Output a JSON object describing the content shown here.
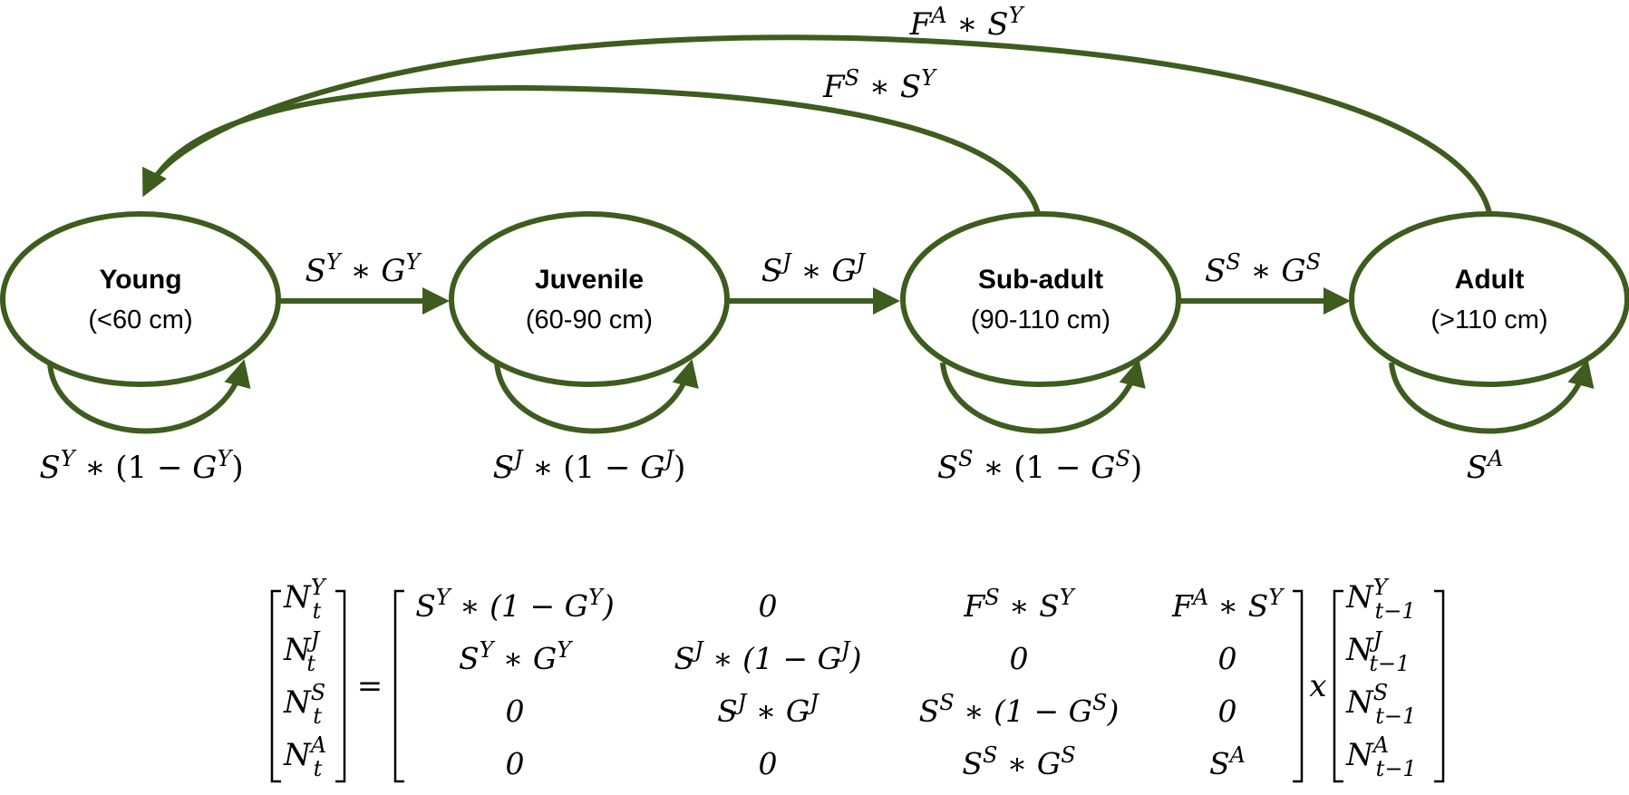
{
  "stages": [
    {
      "name": "Young",
      "range": "(<60 cm)"
    },
    {
      "name": "Juvenile",
      "range": "(60-90 cm)"
    },
    {
      "name": "Sub-adult",
      "range": "(90-110 cm)"
    },
    {
      "name": "Adult",
      "range": "(>110 cm)"
    }
  ],
  "transitions": {
    "young_to_juvenile": {
      "b1": "S",
      "s1": "Y",
      "op": " ∗ ",
      "b2": "G",
      "s2": "Y"
    },
    "juvenile_to_subadult": {
      "b1": "S",
      "s1": "J",
      "op": " ∗ ",
      "b2": "G",
      "s2": "J"
    },
    "subadult_to_adult": {
      "b1": "S",
      "s1": "S",
      "op": " ∗ ",
      "b2": "G",
      "s2": "S"
    },
    "fecundity_adult": {
      "b1": "F",
      "s1": "A",
      "op": " ∗ ",
      "b2": "S",
      "s2": "Y"
    },
    "fecundity_subadult": {
      "b1": "F",
      "s1": "S",
      "op": " ∗ ",
      "b2": "S",
      "s2": "Y"
    }
  },
  "self_loops": {
    "young": {
      "b1": "S",
      "s1": "Y",
      "mid": " ∗ (1 − ",
      "b2": "G",
      "s2": "Y",
      "end": ")"
    },
    "juvenile": {
      "b1": "S",
      "s1": "J",
      "mid": " ∗ (1 − ",
      "b2": "G",
      "s2": "J",
      "end": ")"
    },
    "subadult": {
      "b1": "S",
      "s1": "S",
      "mid": " ∗ (1 − ",
      "b2": "G",
      "s2": "S",
      "end": ")"
    },
    "adult": {
      "b1": "S",
      "s1": "A"
    }
  },
  "matrix_equation": {
    "lhs": [
      {
        "base": "N",
        "sup": "Y",
        "sub": "t"
      },
      {
        "base": "N",
        "sup": "J",
        "sub": "t"
      },
      {
        "base": "N",
        "sup": "S",
        "sub": "t"
      },
      {
        "base": "N",
        "sup": "A",
        "sub": "t"
      }
    ],
    "equals": "=",
    "times": "x",
    "rhs": [
      {
        "base": "N",
        "sup": "Y",
        "sub": "t−1"
      },
      {
        "base": "N",
        "sup": "J",
        "sub": "t−1"
      },
      {
        "base": "N",
        "sup": "S",
        "sub": "t−1"
      },
      {
        "base": "N",
        "sup": "A",
        "sub": "t−1"
      }
    ],
    "rows": [
      [
        "S^Y ∗ (1 − G^Y)",
        "0",
        "F^S ∗ S^Y",
        "F^A ∗ S^Y"
      ],
      [
        "S^Y ∗ G^Y",
        "S^J ∗ (1 − G^J)",
        "0",
        "0"
      ],
      [
        "0",
        "S^J ∗ G^J",
        "S^S ∗ (1 − G^S)",
        "0"
      ],
      [
        "0",
        "0",
        "S^S ∗ G^S",
        "S^A"
      ]
    ]
  },
  "colors": {
    "arrow": "#3d5c1e",
    "text": "#000000",
    "background": "#ffffff"
  }
}
